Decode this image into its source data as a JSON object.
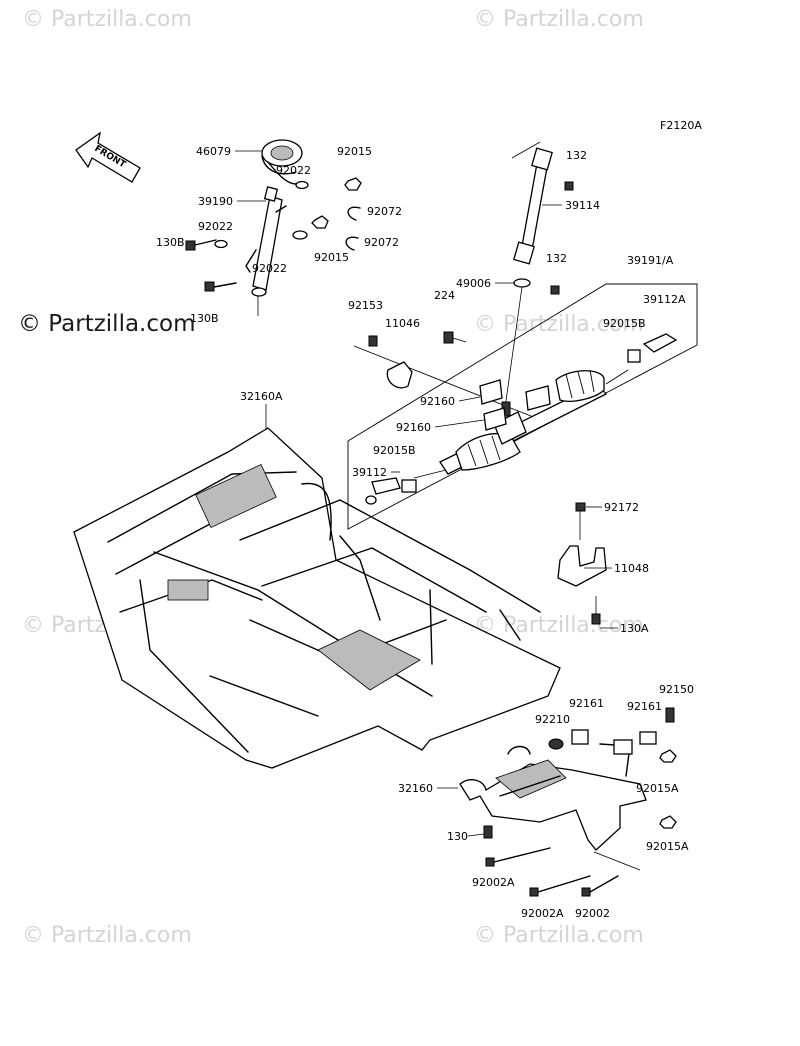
{
  "figure_code": "F2120A",
  "front_label": "FRONT",
  "watermarks": {
    "small": "© Partzilla.com",
    "big": "© Partzilla.com"
  },
  "part_labels": [
    "46079",
    "92015",
    "92022",
    "39190",
    "92072",
    "92022",
    "130B",
    "92072",
    "92015",
    "92022",
    "130B",
    "132",
    "39114",
    "132",
    "49006",
    "39191/A",
    "39112A",
    "92153",
    "224",
    "11046",
    "92015B",
    "92160",
    "92160",
    "92015B",
    "39112",
    "32160A",
    "92172",
    "11048",
    "130A",
    "92150",
    "92161",
    "92161",
    "92210",
    "92015A",
    "32160",
    "92015A",
    "130",
    "92002A",
    "92002A",
    "92002"
  ]
}
